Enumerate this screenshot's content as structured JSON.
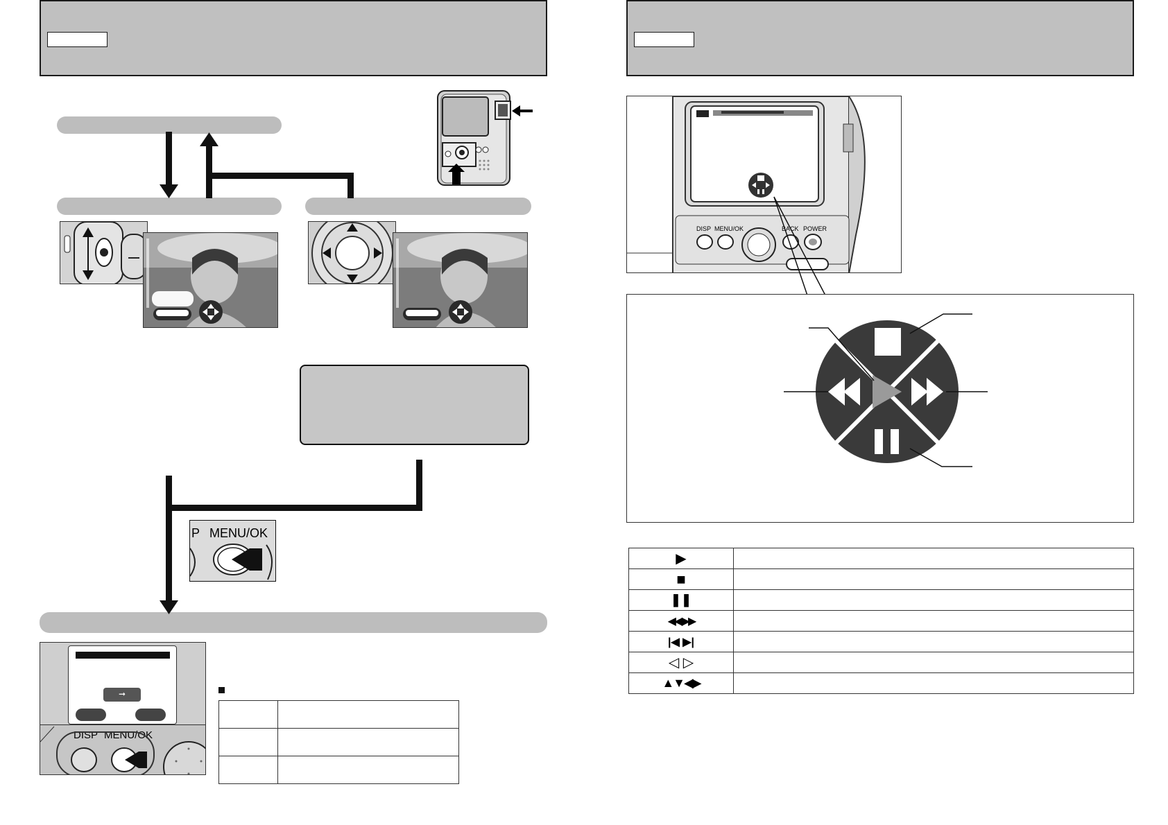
{
  "left_page": {
    "menu_ok_button_label": "MENU/OK",
    "menu_ok_button_prefix": "P",
    "disp_label": "DISP",
    "bottom_menu_ok_label": "MENU/OK",
    "small_table": [
      {
        "key": "",
        "value": ""
      },
      {
        "key": "",
        "value": ""
      },
      {
        "key": "",
        "value": ""
      }
    ]
  },
  "right_page": {
    "camera_buttons": {
      "disp": "DISP",
      "menu_ok": "MENU/OK",
      "back": "BACK",
      "power": "POWER"
    },
    "function_table": [
      {
        "icon": "play-icon",
        "glyph": "▶",
        "text": ""
      },
      {
        "icon": "stop-icon",
        "glyph": "■",
        "text": ""
      },
      {
        "icon": "pause-icon",
        "glyph": "❚❚",
        "text": ""
      },
      {
        "icon": "rewind-fastforward-icon",
        "glyph": "◀◀ ▶▶",
        "text": ""
      },
      {
        "icon": "skip-icon",
        "glyph": "|◀ ▶|",
        "text": ""
      },
      {
        "icon": "frame-step-icon",
        "glyph": "◁ ▷",
        "text": ""
      },
      {
        "icon": "arrow-keys-icon",
        "glyph": "▲▼◀▶",
        "text": ""
      }
    ]
  },
  "colors": {
    "header_gray": "#c0c0c0",
    "pill_gray": "#bdbdbd",
    "dark": "#1a1a1a",
    "wheel_dark": "#3a3a3a",
    "play_gray": "#9a9a9a"
  }
}
